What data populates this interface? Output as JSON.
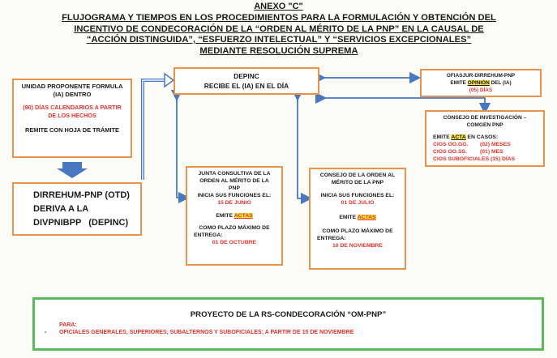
{
  "annex": "ANEXO \"C\"",
  "title": {
    "line1": "FLUJOGRAMA Y TIEMPOS EN LOS PROCEDIMIENTOS PARA LA FORMULACIÓN Y OBTENCIÓN DEL",
    "line2": "INCENTIVO DE CONDECORACIÓN  DE LA “ORDEN AL MÉRITO DE LA PNP” EN LA CAUSAL DE",
    "line3": "“ACCIÓN DISTINGUIDA”, “ESFUERZO INTELECTUAL” Y “SERVICIOS EXCEPCIONALES”",
    "line4": "MEDIANTE RESOLUCIÓN SUPREMA"
  },
  "unidad": {
    "line1": "UNIDAD PROPONENTE FORMULA",
    "line2": "(IA) DENTRO",
    "days1": "(90) DÍAS CALENDARIOS A PARTIR",
    "days2": "DE LOS HECHOS",
    "remite": "REMITE CON HOJA DE TRÁMITE"
  },
  "dirrehum": {
    "line1": "DIRREHUM-PNP (OTD)",
    "line2": "DERIVA A LA",
    "line3": "DIVPNIBPP   (DEPINC)"
  },
  "depinc": {
    "line1": "DEPINC",
    "line2": "RECIBE EL (IA) EN EL DÍA"
  },
  "ofiasjur": {
    "line1": "OFIASJUR-DIRREHUM-PNP",
    "emite_prefix": "EMITE ",
    "emite_word": "OPINIÓN",
    "emite_suffix": " DEL (IA)",
    "days": "(05) DÍAS"
  },
  "consejo_inv": {
    "line1": "CONSEJO DE INVESTIGACIÓN –",
    "line2": "COMGEN PNP",
    "emite_prefix": "EMITE ",
    "emite_word": "ACTA",
    "emite_suffix": " EN CASOS:",
    "case1_name": "CIOS OO.GG.",
    "case1_time": "(02) MESES",
    "case2_name": "CIOS OO.SS.",
    "case2_time": "(01) MES",
    "case3": "CIOS SUBOFICIALES (15) DÍAS"
  },
  "junta": {
    "line1": "JUNTA CONSULTIVA DE LA",
    "line2": "ORDEN AL MÉRITO DE LA",
    "line3": "PNP",
    "inicia": "INICIA SUS FUNCIONES EL:",
    "inicia_date": "15 DE JUNIO",
    "emite_prefix": "EMITE ",
    "emite_word": "ACTAS",
    "plazo1": "COMO PLAZO MÁXIMO DE",
    "plazo2": "ENTREGA:",
    "plazo_date": "01 DE OCTUBRE"
  },
  "consejo_orden": {
    "line1": "CONSEJO DE LA ORDEN AL",
    "line2": "MÉRITO DE LA PNP",
    "inicia": "INICIA SUS FUNCIONES EL:",
    "inicia_date": "01 DE JULIO",
    "emite_prefix": "EMITE ",
    "emite_word": "ACTAS",
    "plazo1": "COMO PLAZO MÁXIMO DE",
    "plazo2": "ENTREGA:",
    "plazo_date": "10 DE NOVIEMBRE"
  },
  "proyecto": {
    "title": "PROYECTO DE LA RS-CONDECORACIÓN “OM-PNP”",
    "para": "PARA:",
    "bullet": "-",
    "detail": "OFICIALES GENERALES, SUPERIORES, SUBALTERNOS Y SUBOFICIALES; A PARTIR DE 15 DE NOVIEMBRE"
  },
  "colors": {
    "orange_border": "#e8924a",
    "blue_arrow": "#4a78c0",
    "green_border": "#5cb85c",
    "red_text": "#e0322c",
    "highlight": "#f6e23a"
  }
}
